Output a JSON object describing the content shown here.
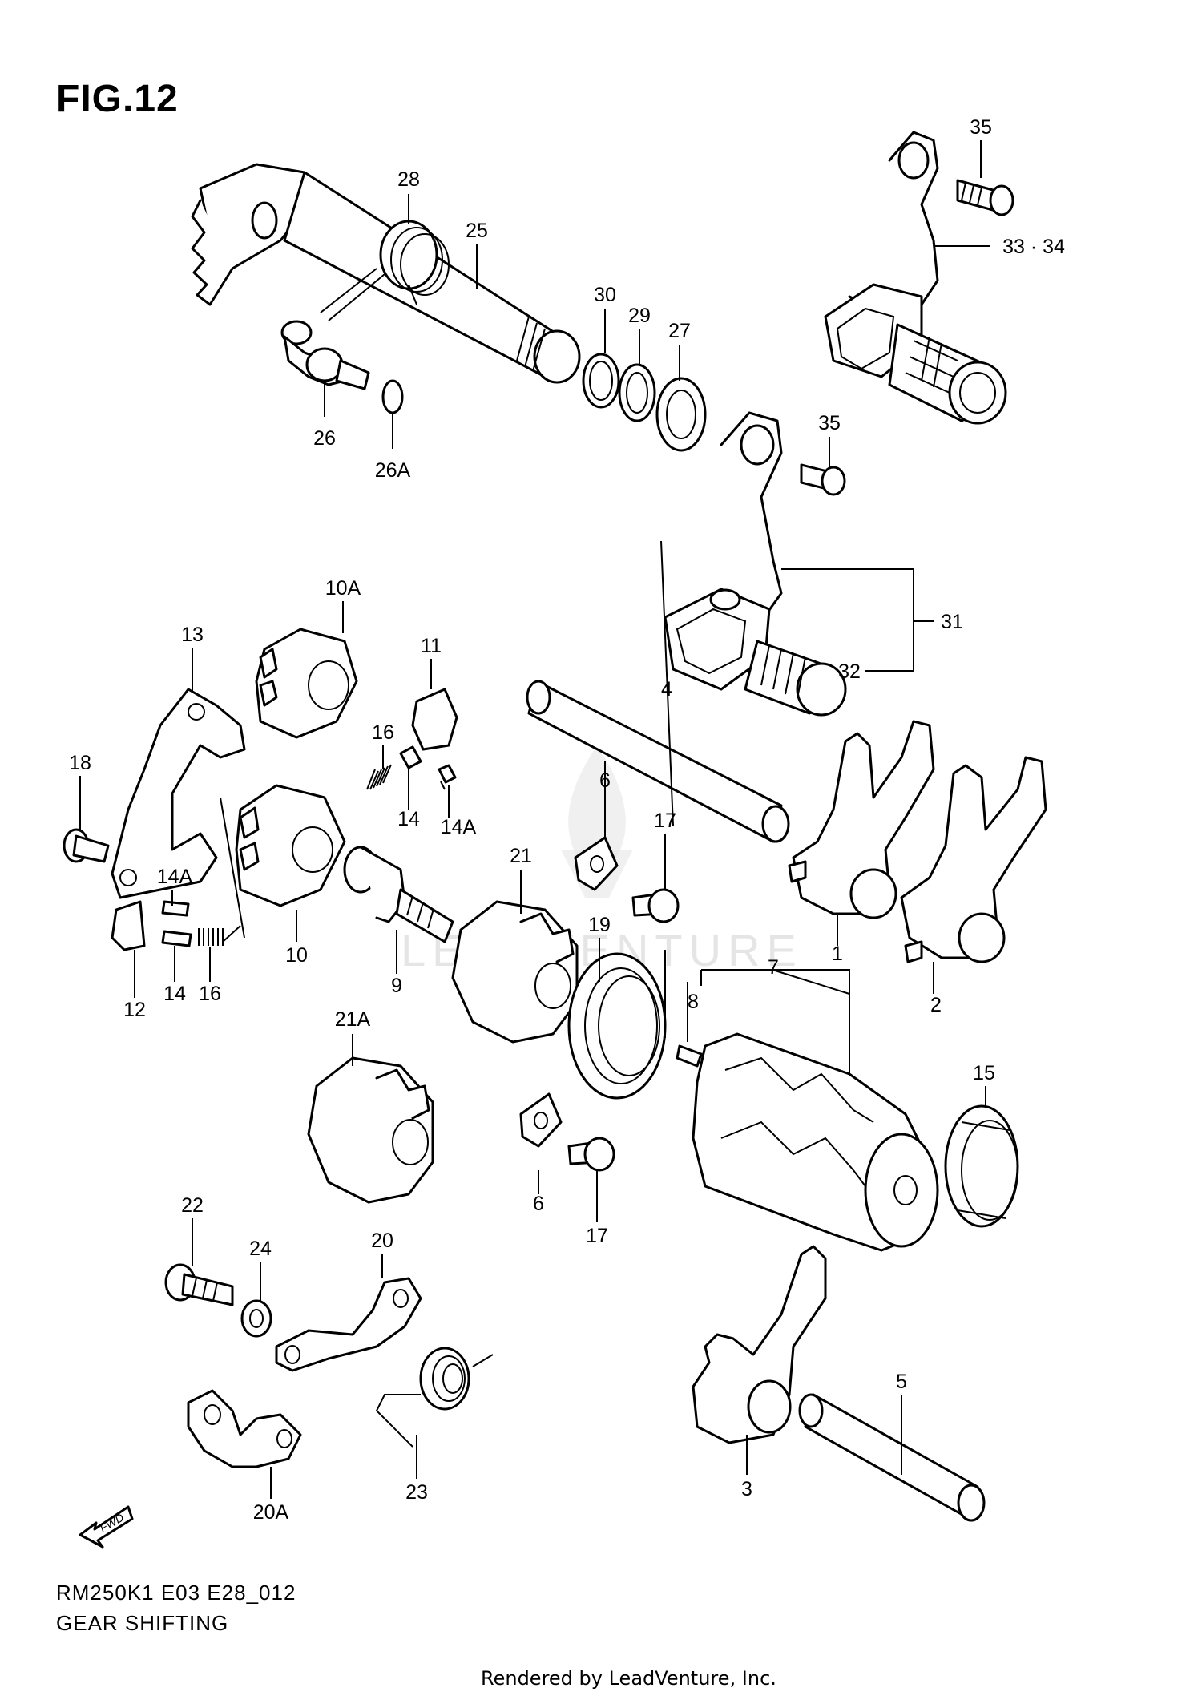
{
  "figure": {
    "title": "FIG.12",
    "model_code": "RM250K1 E03 E28_012",
    "section_name": "GEAR SHIFTING",
    "credit": "Rendered by LeadVenture, Inc.",
    "watermark": "LEADVENTURE",
    "fwd_label": "FWD"
  },
  "callouts": {
    "p1": "1",
    "p2": "2",
    "p3": "3",
    "p4": "4",
    "p5": "5",
    "p6a": "6",
    "p6b": "6",
    "p7": "7",
    "p8": "8",
    "p9": "9",
    "p10": "10",
    "p10a": "10A",
    "p11": "11",
    "p12": "12",
    "p13": "13",
    "p14a": "14",
    "p14b": "14",
    "p14Aa": "14A",
    "p14Ab": "14A",
    "p15": "15",
    "p16a": "16",
    "p16b": "16",
    "p17a": "17",
    "p17b": "17",
    "p18": "18",
    "p19": "19",
    "p20": "20",
    "p20a": "20A",
    "p21": "21",
    "p21a": "21A",
    "p22": "22",
    "p23": "23",
    "p24": "24",
    "p25": "25",
    "p26": "26",
    "p26a": "26A",
    "p27": "27",
    "p28": "28",
    "p29": "29",
    "p30": "30",
    "p31": "31",
    "p32": "32",
    "p3334": "33 · 34",
    "p35a": "35",
    "p35b": "35"
  }
}
